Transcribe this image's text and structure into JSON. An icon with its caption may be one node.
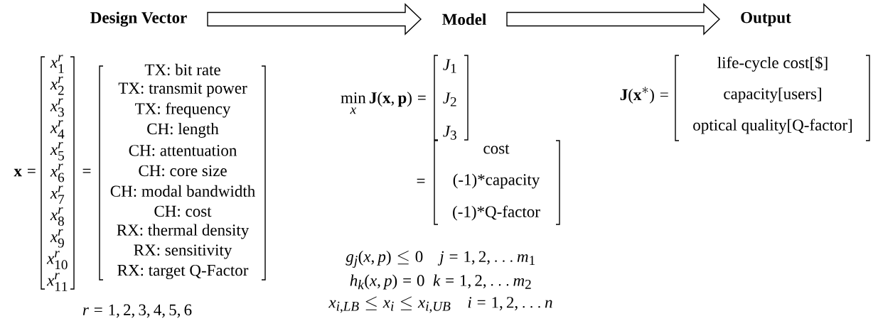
{
  "diagram": {
    "nodes": [
      {
        "text": [
          "Design Vector"
        ]
      },
      {
        "text": [
          "Model"
        ]
      },
      {
        "text": [
          "Output"
        ]
      }
    ],
    "edges": [
      {
        "from": 0,
        "to": 1,
        "arrow": "to"
      },
      {
        "from": 1,
        "to": 2,
        "arrow": "to"
      }
    ],
    "labels": [
      "\\mathbf{x}=",
      "x_{1}^{r}",
      "x_{2}^{r}",
      "x_{3}^{r}",
      "x_{4}^{r}",
      "x_{5}^{r}",
      "x_{6}^{r}",
      "x_{7}^{r}",
      "x_{8}^{r}",
      "x_{9}^{r}",
      "x_{10}^{r}",
      "x_{11}^{r}",
      "=",
      "TX: bit rate",
      "TX: transmit power",
      "TX: frequency",
      "CH: length",
      "CH: attentuation",
      "CH: core size",
      "CH: modal bandwidth",
      "CH: cost",
      "RX: thermal density",
      "RX: sensitivity",
      "RX: target Q-Factor",
      "r=1,2,3,4,5,6",
      "\\min_{x}\\mathbf{J}(\\mathbf{x},\\mathbf{p})=",
      "J_{1}",
      "J_{2}",
      "J_{3}",
      "=",
      "cost",
      "(-1)*capacity",
      "(-1)*Q-factor",
      "g_{j}(x,p)\\le 0\\quad j=1,2,\\ldots m_{1}",
      "h_{k}(x,p)=0\\ \\ k=1,2,\\ldots m_{2}",
      "x_{i,LB}\\le x_{i}\\le x_{i,UB}\\quad i=1,2,\\ldots n",
      "\\mathbf{J}(\\mathbf{x}^{*})=",
      "life-cycle cost[$]",
      "capacity[users]",
      "optical quality[Q-factor]"
    ]
  }
}
